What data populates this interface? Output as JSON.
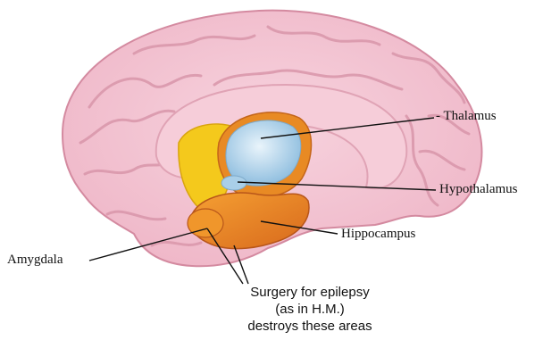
{
  "labels": {
    "thalamus": "- Thalamus",
    "hypothalamus": "Hypothalamus",
    "hippocampus": "Hippocampus",
    "amygdala": "Amygdala"
  },
  "caption": {
    "line1": "Surgery for epilepsy",
    "line2": "(as in H.M.)",
    "line3": "destroys these areas"
  },
  "colors": {
    "cortex": "#f3c4d2",
    "cortex_outline": "#d48aa0",
    "sulci": "#d996aa",
    "limbic_yellow": "#f4c91c",
    "limbic_orange": "#e88a24",
    "thalamus_blue": "#bcd9ee"
  }
}
